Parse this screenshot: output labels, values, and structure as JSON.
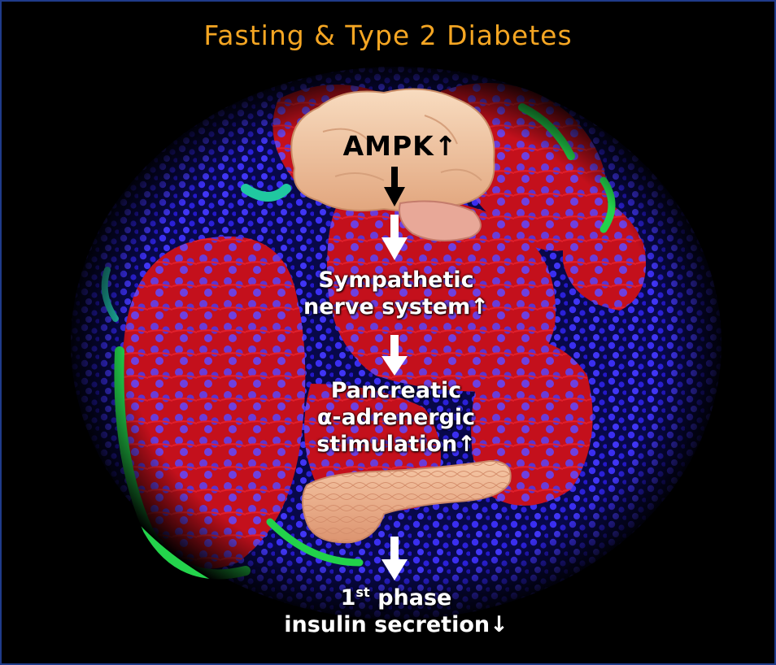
{
  "title": "Fasting & Type 2 Diabetes",
  "colors": {
    "title": "#f5a623",
    "frame": "#1f3b8a",
    "tissue_red": "#d0121f",
    "nuclei_blue": "#2c22e0",
    "cell_green": "#22d24a",
    "brain": "#f0c8a4",
    "pancreas": "#f2b896",
    "arrow_white": "#ffffff",
    "arrow_black": "#000000"
  },
  "nodes": {
    "brain": {
      "label": "AMPK↑",
      "icon": "brain-icon"
    },
    "sympathetic": {
      "line1": "Sympathetic",
      "line2": "nerve system↑"
    },
    "pancreatic": {
      "line1": "Pancreatic",
      "line2": "α-adrenergic",
      "line3": "stimulation↑"
    },
    "pancreas": {
      "icon": "pancreas-icon"
    },
    "insulin": {
      "line1_number": "1",
      "line1_sup": "st",
      "line1_rest": " phase",
      "line2": "insulin secretion↓"
    }
  }
}
